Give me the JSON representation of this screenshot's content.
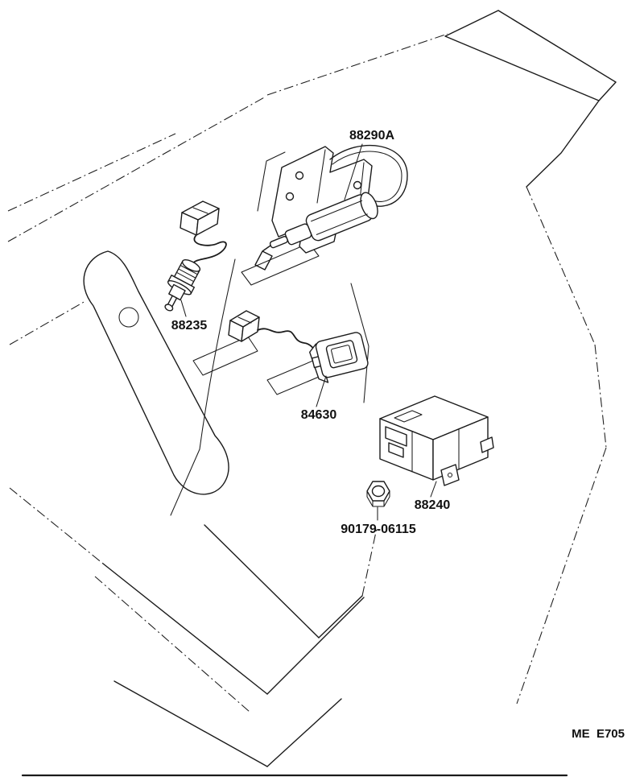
{
  "diagram": {
    "labels": {
      "actuator_bracket": "88290A",
      "plunger_switch": "88235",
      "control_switch": "84630",
      "computer": "88240",
      "nut": "90179-06115"
    },
    "page_ref": "ME  E705",
    "colors": {
      "line": "#1b1b1b",
      "background": "#ffffff"
    }
  }
}
